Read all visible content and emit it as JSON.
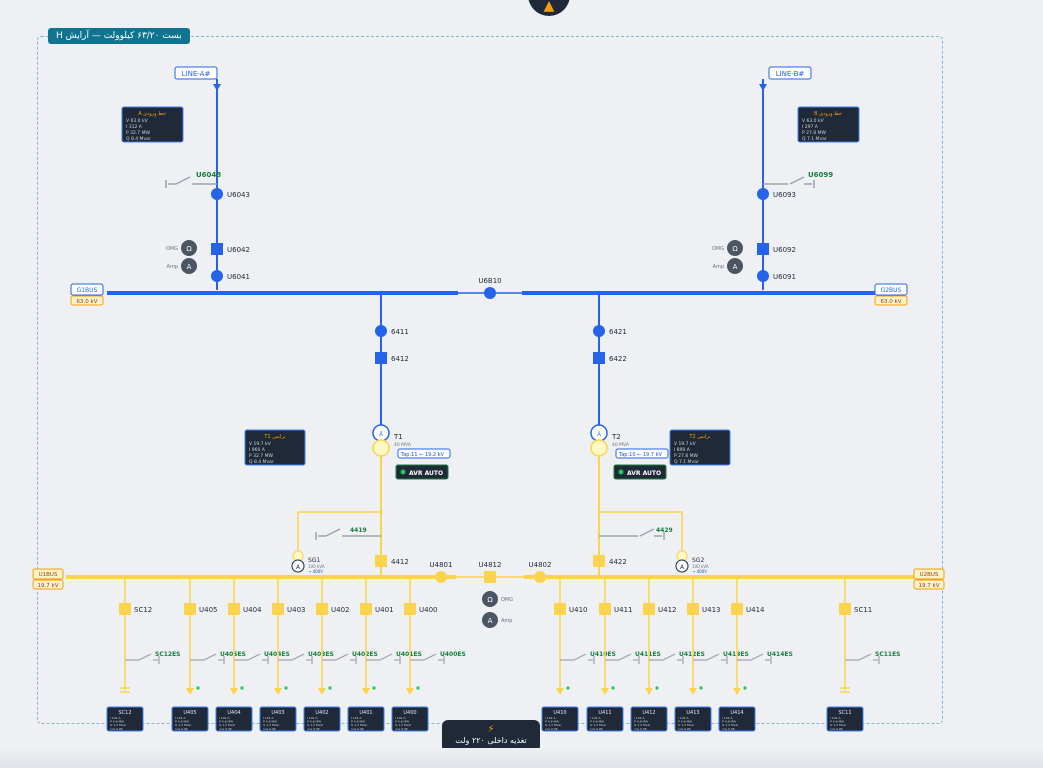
{
  "frame": {
    "title": "H بست ۶۳/۲۰ کیلوولت — آرایش"
  },
  "status": {
    "label": "تغذیه داخلی ۲۲۰ ولت"
  },
  "lines": {
    "left": "LINE-A#",
    "right": "LINE-B#"
  },
  "hv": {
    "left_info_title": "A خط ورودی",
    "right_info_title": "B خط ورودی",
    "left_rows": [
      "V  63.0 kV",
      "I  312 A",
      "P  32.7 MW",
      "Q  8.4 Mvar"
    ],
    "right_rows": [
      "V  63.0 kV",
      "I  297 A",
      "P  27.8 MW",
      "Q  7.1 Mvar"
    ],
    "sw_left": {
      "ds_top": "U6048",
      "cb_point": "U6043",
      "cb": "U6042",
      "ds_bus": "U6041"
    },
    "sw_right": {
      "ds_top": "U6099",
      "cb_point": "U6093",
      "cb": "U6092",
      "ds_bus": "U6091"
    },
    "dev_omega": "OMG",
    "dev_amp": "Amp",
    "bus_left": "G1BUS",
    "bus_right": "G2BUS",
    "bus_left_kv": "63.0 kV",
    "bus_right_kv": "63.0 kV",
    "coupler": "U6B10"
  },
  "transformers": {
    "t1": {
      "ds": "6411",
      "cb": "6412",
      "name": "T1",
      "rating": "40 MVA",
      "tap": "Tap:11 ← 19.2 kV",
      "info_title": "T1 ترانس",
      "info_rows": [
        "V  19.7 kV",
        "I  960 A",
        "P  32.7 MW",
        "Q  8.4 Mvar"
      ],
      "avr": "AVR AUTO"
    },
    "t2": {
      "ds": "6421",
      "cb": "6422",
      "name": "T2",
      "rating": "40 MVA",
      "tap": "Tap:10 ← 19.7 kV",
      "info_title": "T2 ترانس",
      "info_rows": [
        "V  19.7 kV",
        "I  890 A",
        "P  27.8 MW",
        "Q  7.1 Mvar"
      ],
      "avr": "AVR AUTO"
    }
  },
  "mv": {
    "bus_left": "U1BUS",
    "bus_right": "U2BUS",
    "bus_left_kv": "19.7 kV",
    "bus_right_kv": "19.7 kV",
    "inc1_cb": "4412",
    "inc1_es": "4419",
    "inc2_cb": "4422",
    "inc2_es": "4429",
    "sg1": "SG1",
    "sg1_sub": "100 kVA",
    "sg1_v": "→ 400V",
    "sg2": "SG2",
    "sg2_sub": "100 kVA",
    "sg2_v": "→ 400V",
    "bc_left": "U4801",
    "bc_cb": "U4812",
    "bc_right": "U4802",
    "bc_omega": "OMG",
    "bc_amp": "Amp"
  },
  "feeders": [
    {
      "cb": "SC12",
      "es": "SC12ES",
      "out": "SC12",
      "kind": "cap"
    },
    {
      "cb": "U405",
      "es": "U405ES",
      "out": "U405",
      "kind": "fd"
    },
    {
      "cb": "U404",
      "es": "U404ES",
      "out": "U404",
      "kind": "fd"
    },
    {
      "cb": "U403",
      "es": "U403ES",
      "out": "U403",
      "kind": "fd"
    },
    {
      "cb": "U402",
      "es": "U402ES",
      "out": "U402",
      "kind": "fd"
    },
    {
      "cb": "U401",
      "es": "U401ES",
      "out": "U401",
      "kind": "fd"
    },
    {
      "cb": "U400",
      "es": "U400ES",
      "out": "U400",
      "kind": "fd"
    },
    {
      "cb": "U410",
      "es": "U410ES",
      "out": "U410",
      "kind": "fd"
    },
    {
      "cb": "U411",
      "es": "U411ES",
      "out": "U411",
      "kind": "fd"
    },
    {
      "cb": "U412",
      "es": "U412ES",
      "out": "U412",
      "kind": "fd"
    },
    {
      "cb": "U413",
      "es": "U413ES",
      "out": "U413",
      "kind": "fd"
    },
    {
      "cb": "U414",
      "es": "U414ES",
      "out": "U414",
      "kind": "fd"
    },
    {
      "cb": "SC11",
      "es": "SC11ES",
      "out": "SC11",
      "kind": "cap"
    }
  ],
  "feeder_rows": [
    "I  142 A",
    "P  4.8 MW",
    "Q  1.2 Mvar",
    "cos 0.96"
  ],
  "colors": {
    "hv": "#2563eb",
    "mv": "#fcd34d",
    "panel": "#1f2937",
    "green_text": "#15803d",
    "frame": "#7fb6dc",
    "gray": "#9ca3af"
  }
}
